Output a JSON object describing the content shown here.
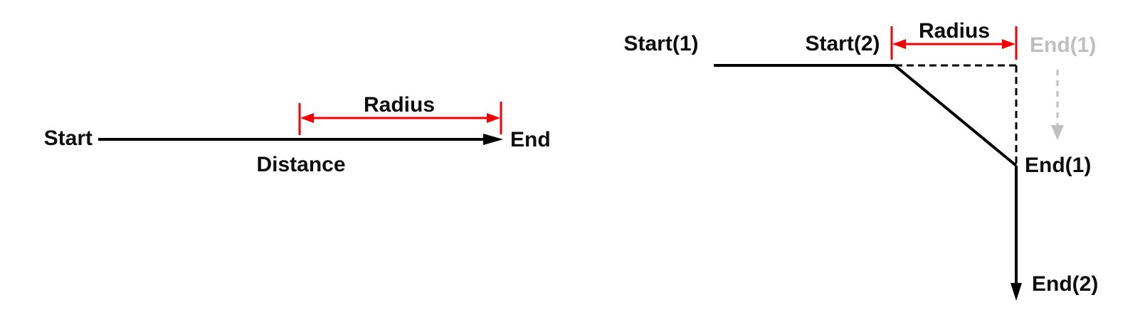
{
  "colors": {
    "background": "#ffffff",
    "line_black": "#000000",
    "text_black": "#0d0d0d",
    "accent_red": "#f20000",
    "muted_gray": "#bfbfbf"
  },
  "left_diagram": {
    "start_label": "Start",
    "end_label": "End",
    "radius_label": "Radius",
    "distance_label": "Distance"
  },
  "right_diagram": {
    "start1_label": "Start(1)",
    "start2_label": "Start(2)",
    "radius_label": "Radius",
    "end1_ghost_label": "End(1)",
    "end1_label": "End(1)",
    "end2_label": "End(2)"
  }
}
